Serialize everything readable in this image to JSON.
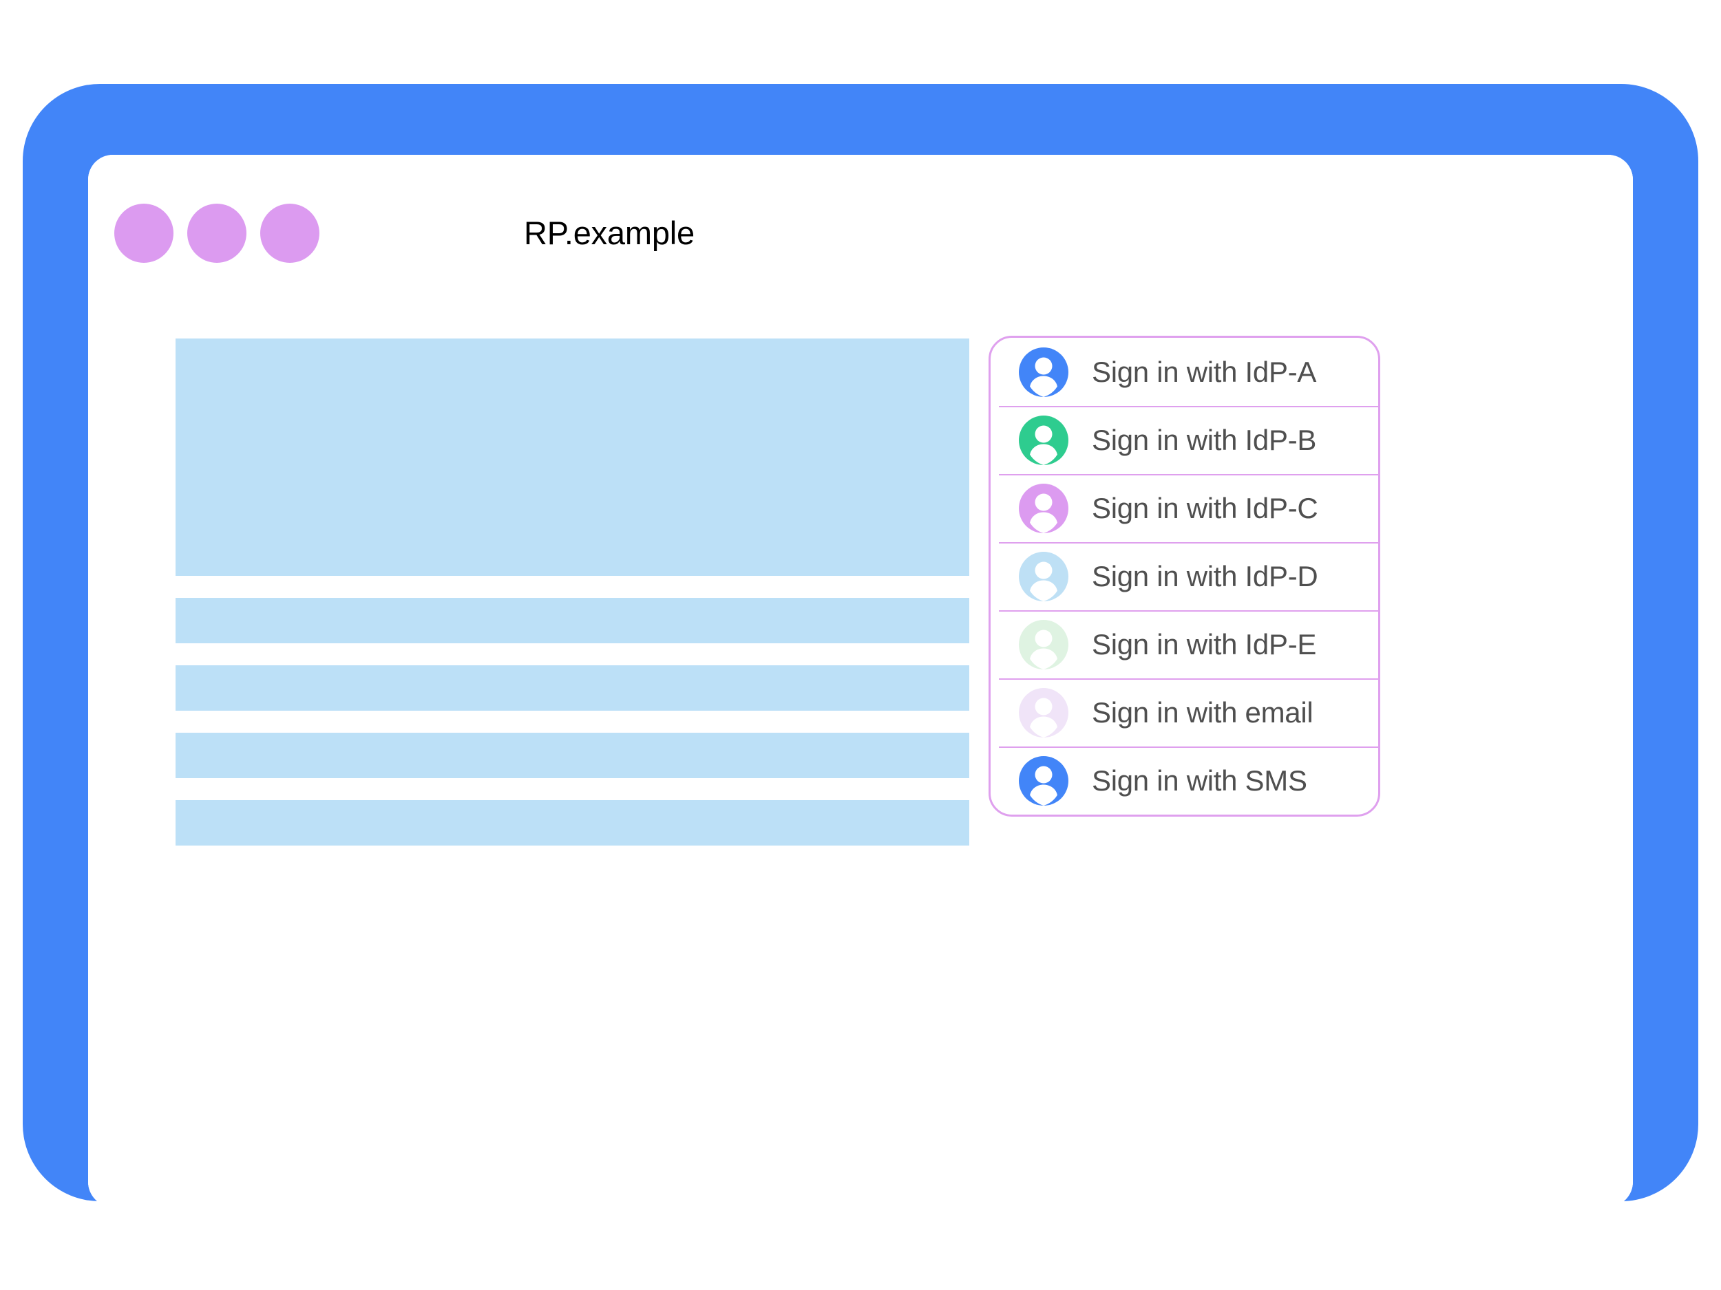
{
  "window": {
    "title": "RP.example",
    "traffic_dots": [
      {
        "name": "dot-1",
        "color": "#DC9BF0"
      },
      {
        "name": "dot-2",
        "color": "#DC9BF0"
      },
      {
        "name": "dot-3",
        "color": "#DC9BF0"
      }
    ],
    "frame_color": "#4285F8",
    "screen_color": "#FFFFFF"
  },
  "content_placeholder": {
    "block_color": "#BCE0F7",
    "blocks": [
      {
        "name": "hero-block",
        "type": "hero"
      },
      {
        "name": "text-bar-1",
        "type": "bar"
      },
      {
        "name": "text-bar-2",
        "type": "bar"
      },
      {
        "name": "text-bar-3",
        "type": "bar"
      },
      {
        "name": "text-bar-4",
        "type": "bar"
      }
    ]
  },
  "signin_panel": {
    "border_color": "#DFA0EE",
    "divider_color": "#DFA0EE",
    "text_color": "#4F4F4F",
    "options": [
      {
        "label": "Sign in with IdP-A",
        "icon": "person-avatar-icon",
        "avatar_color": "#4285F8",
        "key": "idp-a"
      },
      {
        "label": "Sign in with IdP-B",
        "icon": "person-avatar-icon",
        "avatar_color": "#2ECC8F",
        "key": "idp-b"
      },
      {
        "label": "Sign in with IdP-C",
        "icon": "person-avatar-icon",
        "avatar_color": "#DC9BF0",
        "key": "idp-c"
      },
      {
        "label": "Sign in with IdP-D",
        "icon": "person-avatar-icon",
        "avatar_color": "#BEE0F5",
        "key": "idp-d"
      },
      {
        "label": "Sign in with IdP-E",
        "icon": "person-avatar-icon",
        "avatar_color": "#DFF3E2",
        "key": "idp-e"
      },
      {
        "label": "Sign in with email",
        "icon": "person-avatar-icon",
        "avatar_color": "#F0E4F8",
        "key": "email"
      },
      {
        "label": "Sign in with SMS",
        "icon": "person-avatar-icon",
        "avatar_color": "#4285F8",
        "key": "sms"
      }
    ]
  },
  "home_button": {
    "name": "home-button",
    "color": "#4285F8"
  }
}
